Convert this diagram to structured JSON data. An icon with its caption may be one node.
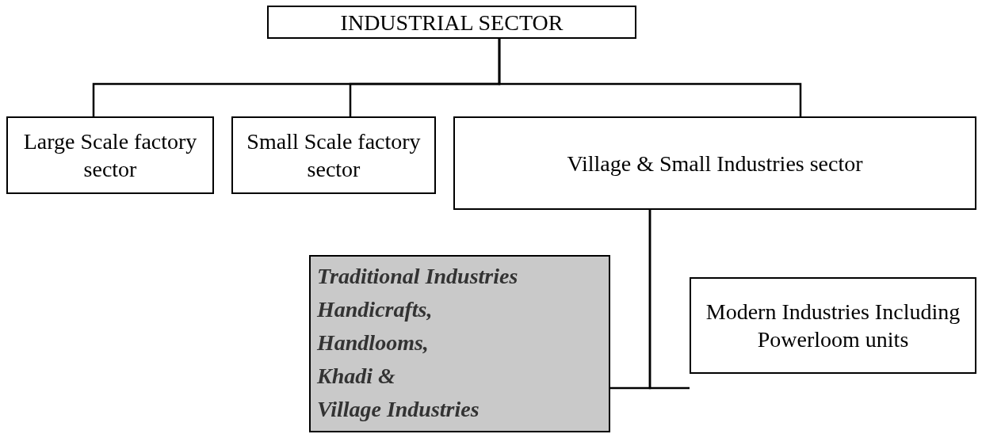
{
  "diagram": {
    "nodes": [
      {
        "text": [
          "INDUSTRIAL SECTOR"
        ]
      },
      {
        "text": [
          "Large Scale factory sector"
        ]
      },
      {
        "text": [
          "Small Scale factory sector"
        ]
      },
      {
        "text": [
          "Village & Small Industries sector"
        ]
      },
      {
        "text": [
          "Traditional Industries",
          "Handicrafts,",
          "Handlooms,",
          "Khadi &",
          "Village Industries"
        ]
      },
      {
        "text": [
          "Modern Industries Including Powerloom units"
        ]
      }
    ],
    "edges": [
      {
        "from": 0,
        "to": 1,
        "arrow": "none"
      },
      {
        "from": 0,
        "to": 2,
        "arrow": "none"
      },
      {
        "from": 0,
        "to": 3,
        "arrow": "none"
      },
      {
        "from": 3,
        "to": 4,
        "arrow": "none"
      },
      {
        "from": 3,
        "to": 5,
        "arrow": "none"
      }
    ]
  }
}
